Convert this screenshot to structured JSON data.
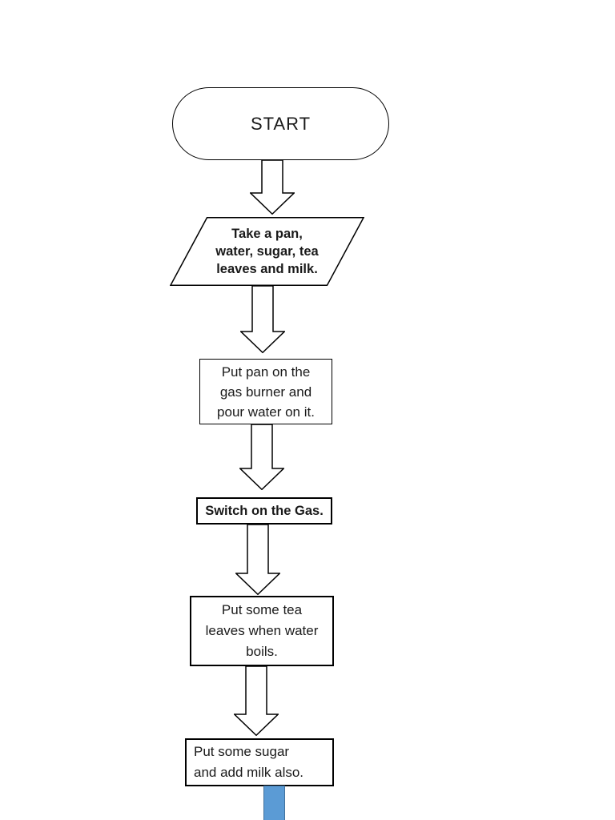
{
  "page": {
    "background": "#ffffff"
  },
  "colors": {
    "shape_outline": "#000000",
    "shape_fill": "#ffffff",
    "text": "#1a1a1a",
    "blue_connector_fill": "#5b9bd5",
    "blue_connector_stroke": "#41719c"
  },
  "flowchart": {
    "nodes": [
      {
        "id": "start",
        "shape": "terminator",
        "label": "START"
      },
      {
        "id": "take-ingredients",
        "shape": "parallelogram",
        "label": "Take a pan,\nwater, sugar, tea\nleaves and milk."
      },
      {
        "id": "pan-on-burner",
        "shape": "process",
        "label": "Put pan on the\ngas burner and\npour water on it."
      },
      {
        "id": "switch-on-gas",
        "shape": "process",
        "label": "Switch on the Gas."
      },
      {
        "id": "add-tea-leaves",
        "shape": "process",
        "label": "Put some tea\nleaves when water\nboils."
      },
      {
        "id": "add-sugar-milk",
        "shape": "process",
        "label": "Put some sugar\nand add milk also."
      }
    ],
    "connectors": [
      {
        "type": "block-arrow-down",
        "from": "start",
        "to": "take-ingredients"
      },
      {
        "type": "block-arrow-down",
        "from": "take-ingredients",
        "to": "pan-on-burner"
      },
      {
        "type": "block-arrow-down",
        "from": "pan-on-burner",
        "to": "switch-on-gas"
      },
      {
        "type": "block-arrow-down",
        "from": "switch-on-gas",
        "to": "add-tea-leaves"
      },
      {
        "type": "block-arrow-down",
        "from": "add-tea-leaves",
        "to": "add-sugar-milk"
      },
      {
        "type": "blue-shaft-partial",
        "from": "add-sugar-milk",
        "to": ""
      }
    ]
  }
}
